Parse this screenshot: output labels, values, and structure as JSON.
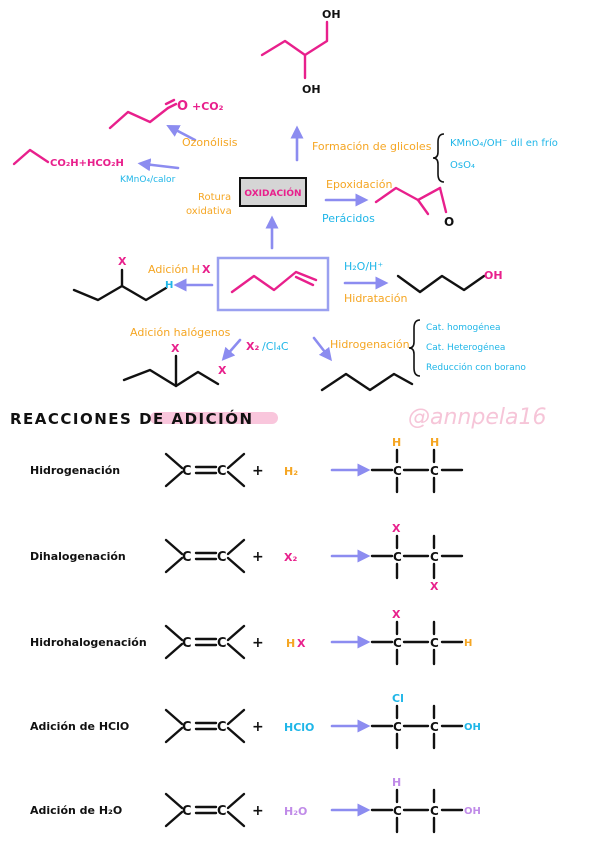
{
  "colors": {
    "orange": "#f5a623",
    "pink": "#e8208c",
    "cyan": "#1fb6e8",
    "violet": "#c08be8",
    "arrow": "#8c8cf0",
    "box_border": "#9aa0f0",
    "highlight": "#f9c6dc",
    "watermark": "#f6c5d8"
  },
  "top": {
    "glycol_oh_top": "OH",
    "glycol_oh_bottom": "OH",
    "ozonolysis_product_o": "O",
    "ozonolysis_product_co2": "+CO₂",
    "ozonolysis_label": "Ozonólisis",
    "oxidative_product": "CO₂H+HCO₂H",
    "oxidative_reagent": "KMnO₄/calor",
    "oxidative_label_1": "Rotura",
    "oxidative_label_2": "oxidativa",
    "center_label": "OXIDACIÓN",
    "glycol_label": "Formación de glicoles",
    "glycol_reagent_1": "KMnO₄/OH⁻ dil en frío",
    "glycol_reagent_2": "OsO₄",
    "epox_label": "Epoxidación",
    "epox_reagent": "Perácidos",
    "epox_o": "O",
    "hx_label_a": "Adición H",
    "hx_label_b": "X",
    "hx_x": "X",
    "hx_h": "H",
    "hyd_reagent": "H₂O/H⁺",
    "hyd_label": "Hidratación",
    "hyd_oh": "OH",
    "hal_label": "Adición halógenos",
    "hal_reagent_a": "X₂",
    "hal_reagent_b": "/Cl₄C",
    "hal_x1": "X",
    "hal_x2": "X",
    "hydrog_label": "Hidrogenación",
    "hydrog_cat_1": "Cat. homogénea",
    "hydrog_cat_2": "Cat. Heterogénea",
    "hydrog_cat_3": "Reducción con borano"
  },
  "section": {
    "title": "REACCIONES DE ADICIÓN",
    "watermark": "@annpela16"
  },
  "reactions": [
    {
      "name": "Hidrogenación",
      "reagent": "H₂",
      "top1": "H",
      "top2": "H",
      "bottom2": "",
      "right": ""
    },
    {
      "name": "Dihalogenación",
      "reagent": "X₂",
      "top1": "X",
      "top2": "",
      "bottom2": "X",
      "right": ""
    },
    {
      "name": "Hidrohalogenación",
      "reagent": "HX",
      "top1": "X",
      "top2": "",
      "bottom2": "",
      "right": "H"
    },
    {
      "name": "Adición de HClO",
      "reagent": "HClO",
      "top1": "Cl",
      "top2": "",
      "bottom2": "",
      "right": "OH"
    },
    {
      "name": "Adición de H₂O",
      "reagent": "H₂O",
      "top1": "H",
      "top2": "",
      "bottom2": "",
      "right": "OH"
    }
  ],
  "common": {
    "plus": "+",
    "carbon": "C"
  }
}
